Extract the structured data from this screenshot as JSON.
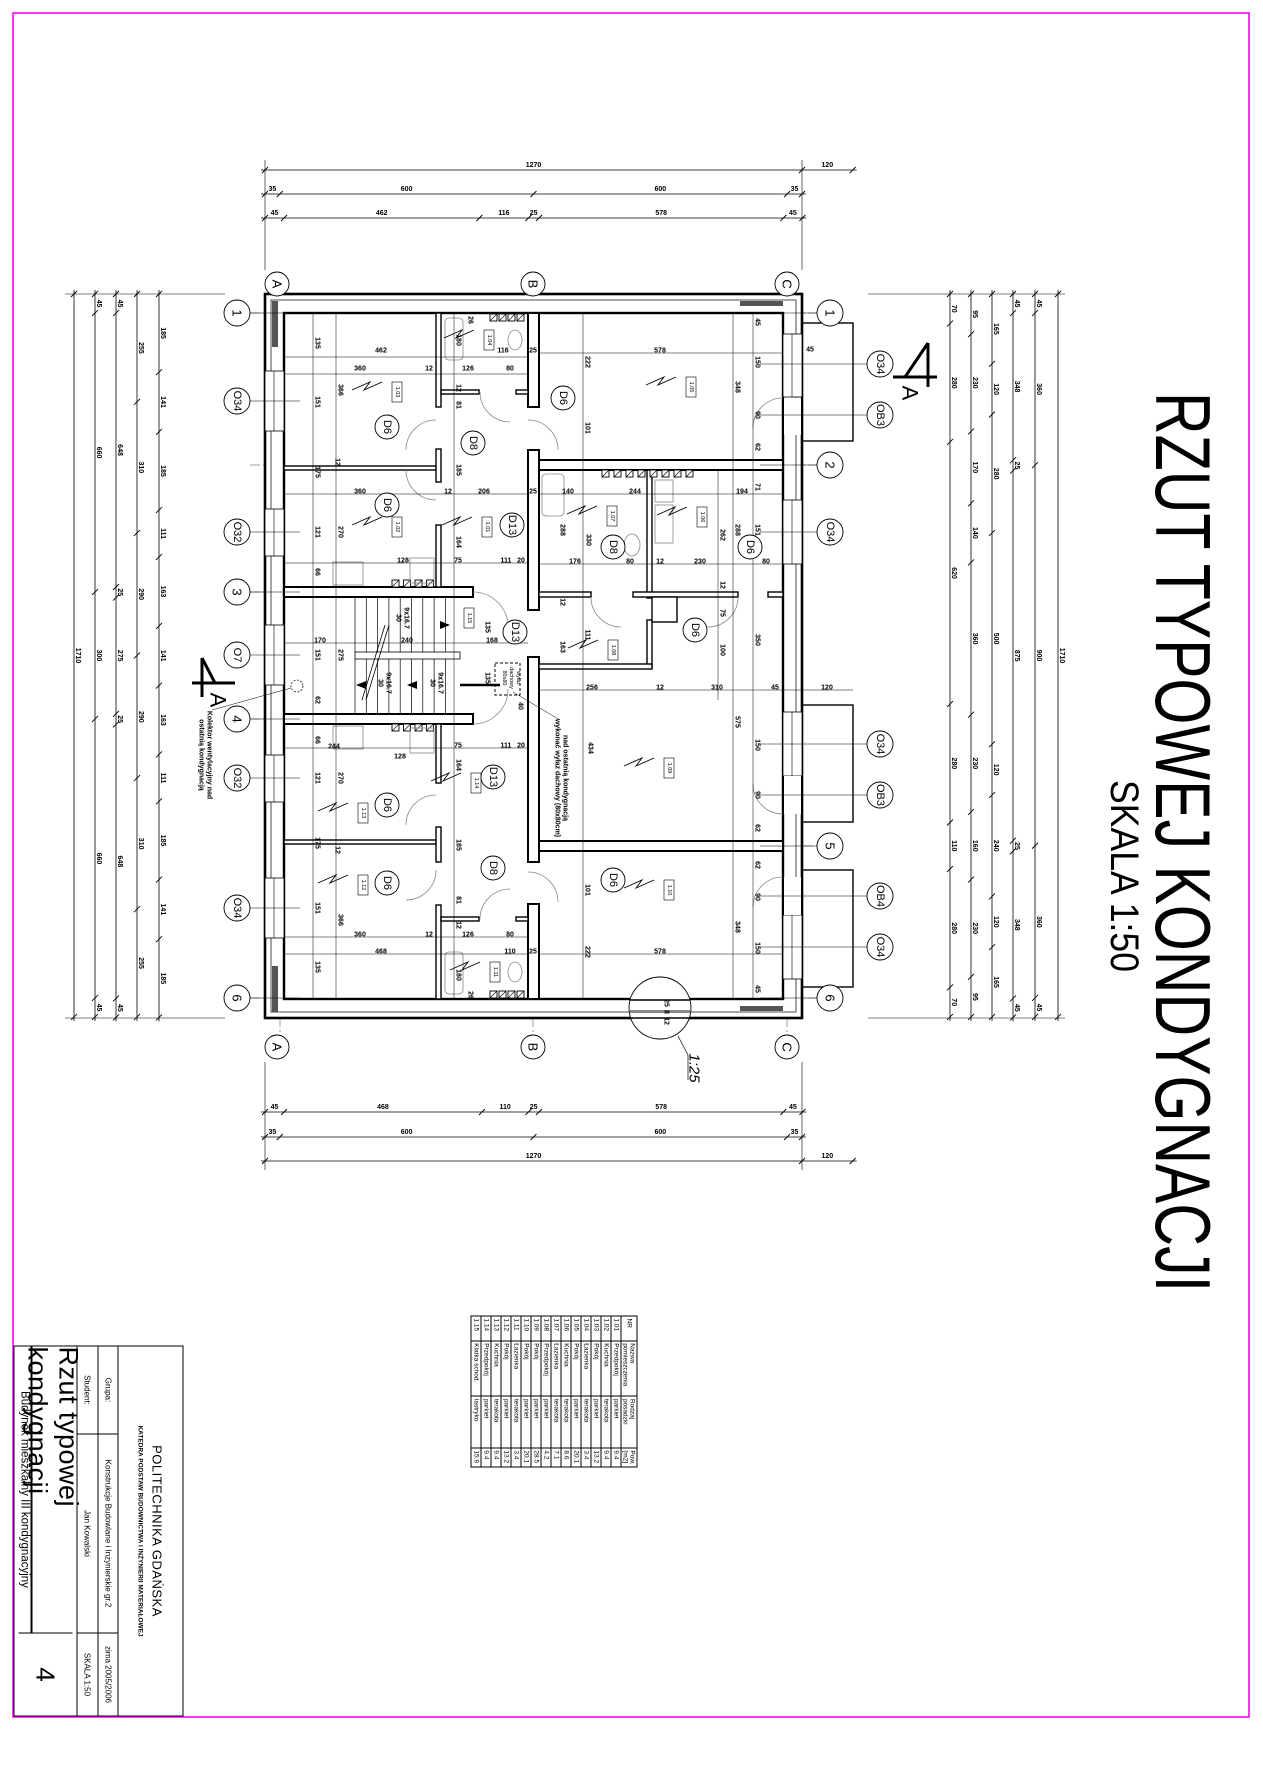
{
  "title": {
    "main": "RZUT TYPOWEJ KONDYGNACJI",
    "scale": "SKALA 1:50"
  },
  "colors": {
    "page_border": "#ff00ff",
    "lines": "#000000",
    "grid_axes": "#777777"
  },
  "plan": {
    "grid_columns": [
      "A",
      "B",
      "C"
    ],
    "grid_left": [
      "1",
      "O34",
      "O32",
      "3",
      "O7",
      "4",
      "O32",
      "O34",
      "6"
    ],
    "grid_right": [
      "1",
      "O34",
      "OB3",
      "2",
      "O34",
      "O34",
      "OB3",
      "5",
      "OB4",
      "O34",
      "6"
    ],
    "dims": {
      "top": [
        [
          1270,
          120
        ],
        [
          35,
          600,
          600,
          35
        ],
        [
          45,
          462,
          116,
          25,
          578,
          45
        ]
      ],
      "bottom": [
        [
          45,
          468,
          110,
          25,
          578,
          45
        ],
        [
          35,
          600,
          600,
          35
        ],
        [
          1270,
          120
        ]
      ],
      "left": [
        [
          1710
        ],
        [
          45,
          660,
          300,
          660,
          45
        ],
        [
          45,
          648,
          25,
          275,
          25,
          648,
          45
        ],
        [
          255,
          310,
          290,
          290,
          310,
          255
        ],
        [
          185,
          141,
          185,
          111,
          163,
          141,
          163,
          111,
          185,
          141,
          185
        ]
      ],
      "right": [
        [
          70,
          280,
          620,
          280,
          110,
          280,
          70
        ],
        [
          95,
          230,
          170,
          140,
          360,
          230,
          160,
          230,
          95
        ],
        [
          165,
          120,
          280,
          500,
          120,
          240,
          120,
          165
        ],
        [
          45,
          348,
          25,
          875,
          25,
          348,
          45
        ],
        [
          45,
          360,
          900,
          360,
          45
        ],
        [
          1710
        ]
      ]
    },
    "interior_dims": [
      "462",
      "116",
      "25",
      "360",
      "12",
      "126",
      "80",
      "135",
      "366",
      "151",
      "12",
      "81",
      "185",
      "175",
      "12",
      "360",
      "12",
      "206",
      "25",
      "121",
      "270",
      "164",
      "128",
      "75",
      "111",
      "20",
      "66",
      "170",
      "240",
      "168",
      "275",
      "151",
      "135",
      "135",
      "180",
      "26",
      "578",
      "45",
      "222",
      "348",
      "150",
      "90",
      "62",
      "101",
      "45",
      "140",
      "244",
      "194",
      "71",
      "288",
      "330",
      "262",
      "288",
      "151",
      "176",
      "80",
      "12",
      "230",
      "80",
      "12",
      "12",
      "75",
      "100",
      "350",
      "111",
      "163",
      "256",
      "12",
      "310",
      "45",
      "120",
      "434",
      "575",
      "150",
      "90",
      "62",
      "62",
      "101",
      "90",
      "348",
      "150",
      "222",
      "45",
      "578",
      "62",
      "66",
      "244",
      "128",
      "75",
      "111",
      "20",
      "121",
      "270",
      "164",
      "175",
      "12",
      "185",
      "81",
      "12",
      "151",
      "366",
      "360",
      "12",
      "126",
      "80",
      "468",
      "110",
      "25",
      "135",
      "180",
      "26",
      "40"
    ],
    "rooms": [
      "1.01",
      "1.02",
      "1.03",
      "1.04",
      "1.05",
      "1.06",
      "1.07",
      "1.08",
      "1.09",
      "1.10",
      "1.11",
      "1.12",
      "1.13",
      "1.14",
      "1.15"
    ],
    "doors": [
      "D6",
      "D8",
      "D6",
      "D13",
      "D13",
      "D6",
      "D8",
      "D6",
      "D6",
      "D13",
      "D6",
      "D6",
      "D8",
      "D6"
    ],
    "section_label": "A",
    "stairs": {
      "flight": "9x16.7",
      "tread": "30"
    },
    "notes": {
      "collector": [
        "Kolektor wentylacyjny nad",
        "ostatnią kondygnacją"
      ],
      "roof_hatch_note": [
        "nad ostatnią kondygnacją",
        "wykonać wyłaz dachowy (80x80cm)"
      ],
      "roof_hatch": [
        "wyłaz",
        "dachowy",
        "80x80"
      ]
    },
    "detail_scale": "1:25",
    "detail_dims": [
      "25",
      "8",
      "12"
    ]
  },
  "room_table": {
    "headers": [
      "NR",
      "Nazwa pomieszczenia",
      "Rodzaj posadzki",
      "Pow. [m2]"
    ],
    "rows": [
      [
        "1.01",
        "Przedpokój",
        "parkiet",
        "9.4"
      ],
      [
        "1.02",
        "Kuchnia",
        "terakota",
        "9.4"
      ],
      [
        "1.03",
        "Pokój",
        "parkiet",
        "13.2"
      ],
      [
        "1.04",
        "Łazienka",
        "terakota",
        "3.4"
      ],
      [
        "1.05",
        "Pokój",
        "parkiet",
        "20.1"
      ],
      [
        "1.06",
        "Kuchnia",
        "terakota",
        "8.6"
      ],
      [
        "1.07",
        "Łazienka",
        "terakota",
        "7.1"
      ],
      [
        "1.08",
        "Przedpokój",
        "parkiet",
        "4.2"
      ],
      [
        "1.09",
        "Pokój",
        "parkiet",
        "28.5"
      ],
      [
        "1.10",
        "Pokój",
        "parkiet",
        "20.1"
      ],
      [
        "1.11",
        "Łazienka",
        "terakota",
        "3.4"
      ],
      [
        "1.12",
        "Pokój",
        "parkiet",
        "13.2"
      ],
      [
        "1.13",
        "Kuchnia",
        "terakota",
        "9.4"
      ],
      [
        "1.14",
        "Przedpokój",
        "parkiet",
        "9.4"
      ],
      [
        "1.15",
        "Klatka schod.",
        "lastryko",
        "15.9"
      ]
    ]
  },
  "title_block": {
    "university": "POLITECHNIKA GDAŃSKA",
    "department": "KATEDRA PODSTAW BUDOWNICTWA I INŻYNIERII MATERIAŁOWEJ",
    "group_label": "Grupa:",
    "group_value": "Konstrukcje Budowlane i Inżynierskie gr.2",
    "term": "zima 2005/2006",
    "student_label": "Student:",
    "student_value": "Jan Kowalski",
    "scale": "SKALA 1:50",
    "drawing_title": "Rzut typowej kondygnacji",
    "building": "Budynek mieszkalny III kondygnacyjny",
    "sheet_number": "4"
  }
}
